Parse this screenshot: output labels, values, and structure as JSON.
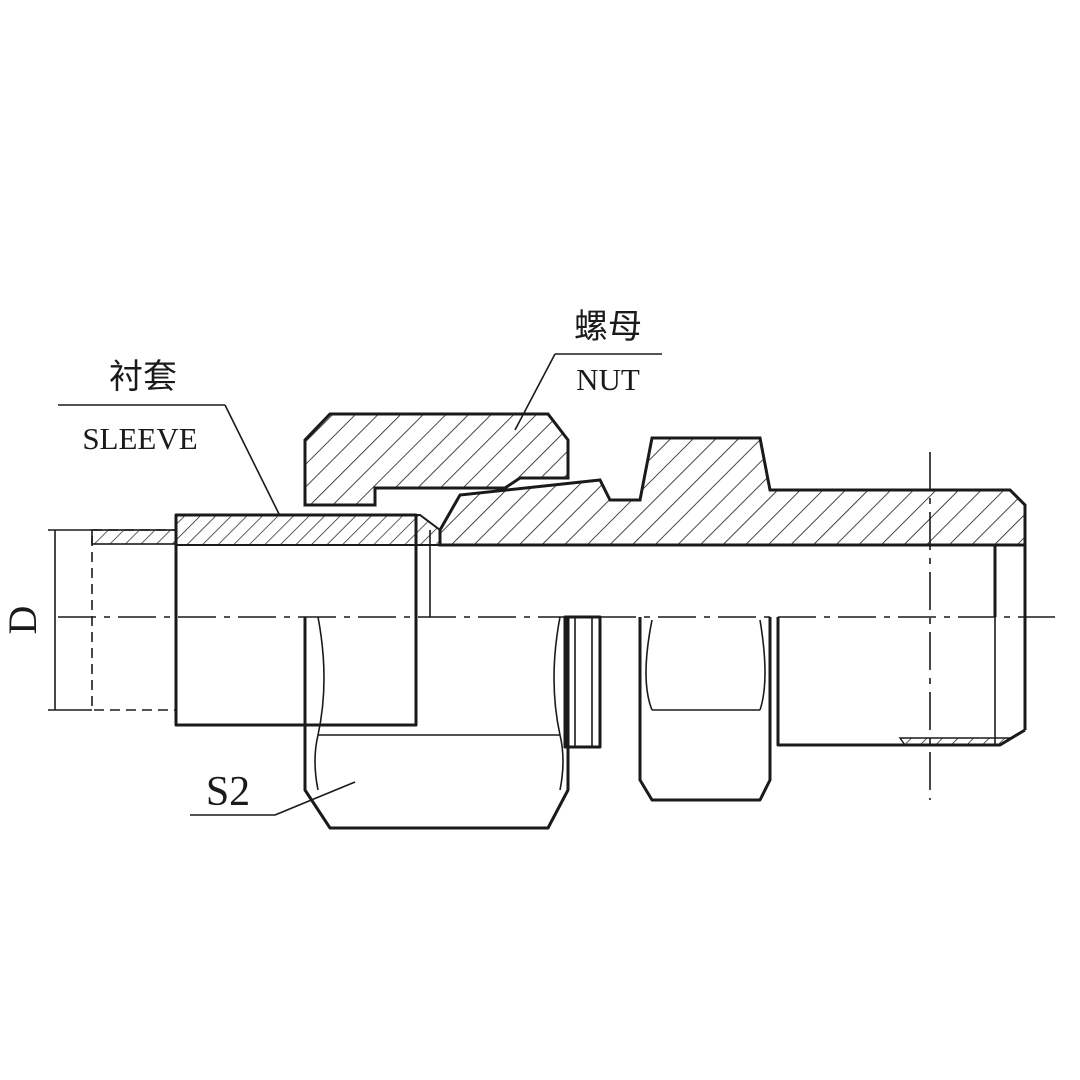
{
  "labels": {
    "sleeve_cn": "衬套",
    "sleeve_en": "SLEEVE",
    "nut_cn": "螺母",
    "nut_en": "NUT",
    "s2": "S2",
    "d": "D"
  },
  "colors": {
    "line": "#1a1a1a",
    "background": "#ffffff"
  }
}
